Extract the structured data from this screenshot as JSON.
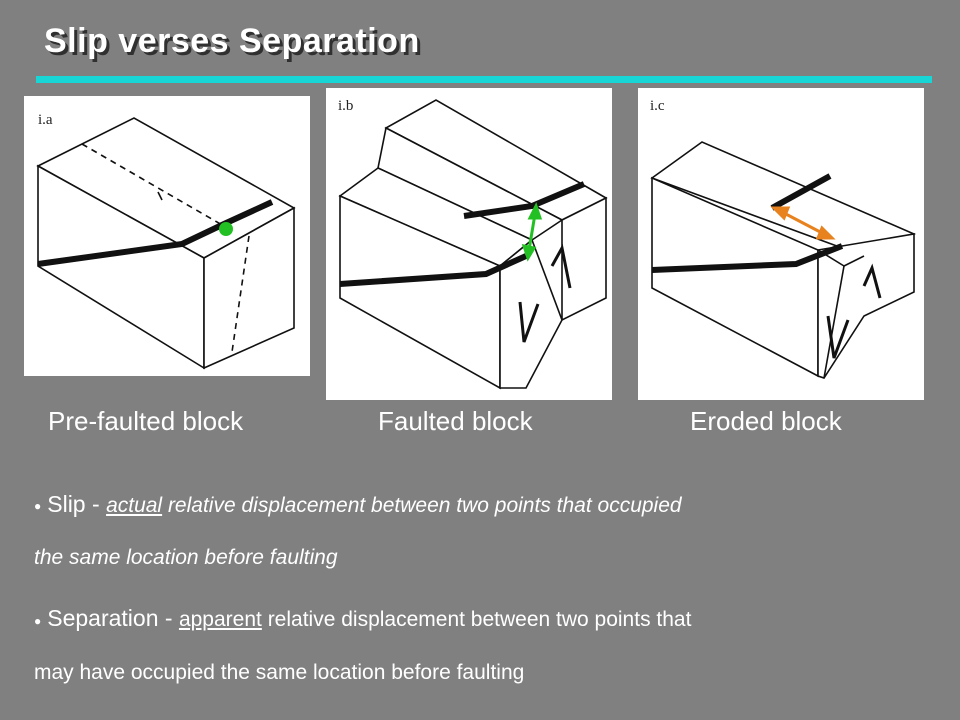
{
  "slide": {
    "title": "Slip verses Separation"
  },
  "figures": [
    {
      "panel_label": "i.a",
      "caption": "Pre-faulted block"
    },
    {
      "panel_label": "i.b",
      "caption": "Faulted block"
    },
    {
      "panel_label": "i.c",
      "caption": "Eroded block"
    }
  ],
  "colors": {
    "background": "#808080",
    "title_rule": "#19d6d6",
    "slip_marker": "#22c022",
    "separation_marker": "#e8821e"
  },
  "bullets": [
    {
      "term": "Slip",
      "dash": " - ",
      "emphasis": "actual",
      "line1_rest": " relative displacement between two points that occupied",
      "line2": "the same location before faulting"
    },
    {
      "term": "Separation",
      "dash": " - ",
      "emphasis": "apparent",
      "line1_rest": " relative displacement between two points that",
      "line2": "may have occupied the same location before faulting"
    }
  ]
}
